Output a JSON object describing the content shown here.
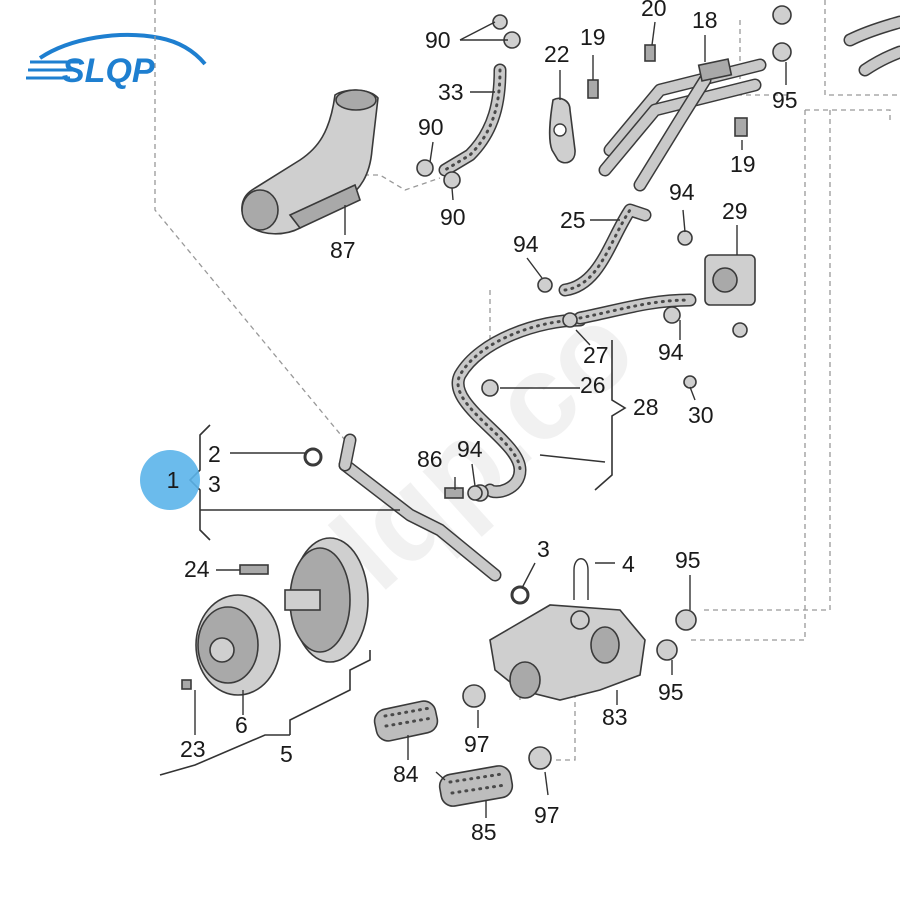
{
  "brand": {
    "logo_text": "SLQP",
    "color": "#1e7fd0"
  },
  "watermark": "slqp.co",
  "highlight": {
    "label": "1",
    "color": "#5bb4ea"
  },
  "callouts": {
    "c1": "1",
    "c2": "2",
    "c3a": "3",
    "c3b": "3",
    "c4": "4",
    "c5": "5",
    "c6": "6",
    "c18": "18",
    "c19a": "19",
    "c19b": "19",
    "c20": "20",
    "c22": "22",
    "c23": "23",
    "c24": "24",
    "c25": "25",
    "c26": "26",
    "c27": "27",
    "c28": "28",
    "c29": "29",
    "c30": "30",
    "c33": "33",
    "c83": "83",
    "c84": "84",
    "c85": "85",
    "c86": "86",
    "c87": "87",
    "c90a": "90",
    "c90b": "90",
    "c90c": "90",
    "c94a": "94",
    "c94b": "94",
    "c94c": "94",
    "c94d": "94",
    "c95a": "95",
    "c95b": "95",
    "c95c": "95",
    "c97a": "97",
    "c97b": "97"
  },
  "colors": {
    "part_fill": "#cfcfcf",
    "outline": "#3a3a3a",
    "leader": "#333333",
    "dashed_guide": "#999999"
  }
}
